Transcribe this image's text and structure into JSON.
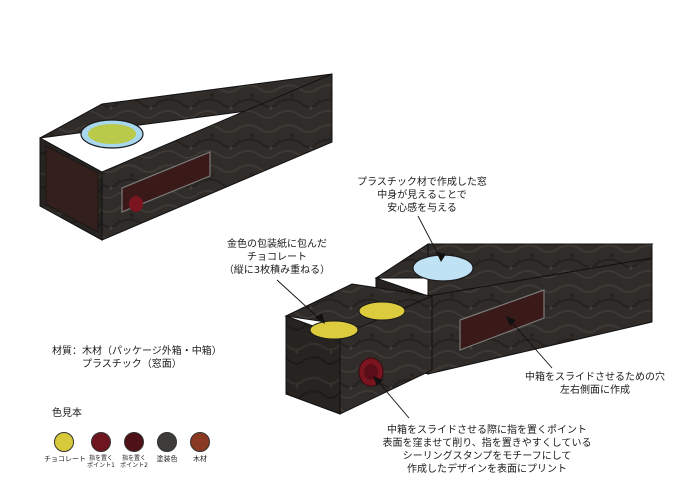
{
  "annotations": {
    "window_note": [
      "プラスチック材で作成した窓",
      "中身が見えることで",
      "安心感を与える"
    ],
    "chocolate_note": [
      "金色の包装紙に包んだ",
      "チョコレート",
      "（縦に3枚積み重ねる）"
    ],
    "material_note": [
      "材質：木材（パッケージ外箱・中箱）",
      "プラスチック（窓面）"
    ],
    "slot_note": [
      "中箱をスライドさせるための穴",
      "左右側面に作成"
    ],
    "seal_note": [
      "中箱をスライドさせる際に指を置くポイント",
      "表面を窪ませて削り、指を置きやすくしている",
      "シーリングスタンプをモチーフにして",
      "作成したデザインを表面にプリント"
    ]
  },
  "legend": {
    "title": "色見本",
    "swatches": [
      {
        "label": [
          "チョコレート"
        ],
        "color": "#d8c93a",
        "small": false
      },
      {
        "label": [
          "指を置く",
          "ポイント1"
        ],
        "color": "#6e1520",
        "small": true
      },
      {
        "label": [
          "指を置く",
          "ポイント2"
        ],
        "color": "#4e1118",
        "small": true
      },
      {
        "label": [
          "塗装色"
        ],
        "color": "#3e3c38",
        "small": false
      },
      {
        "label": [
          "木材"
        ],
        "color": "#8a3a22",
        "small": false
      }
    ]
  },
  "colors": {
    "wood_dark": "#2a2724",
    "wood_mid": "#3a3632",
    "wood_light": "#4a4540",
    "window_blue": "#bfe3f5",
    "gold": "#dccb3c",
    "seal": "#7a1520",
    "slot": "#3a1a18"
  }
}
